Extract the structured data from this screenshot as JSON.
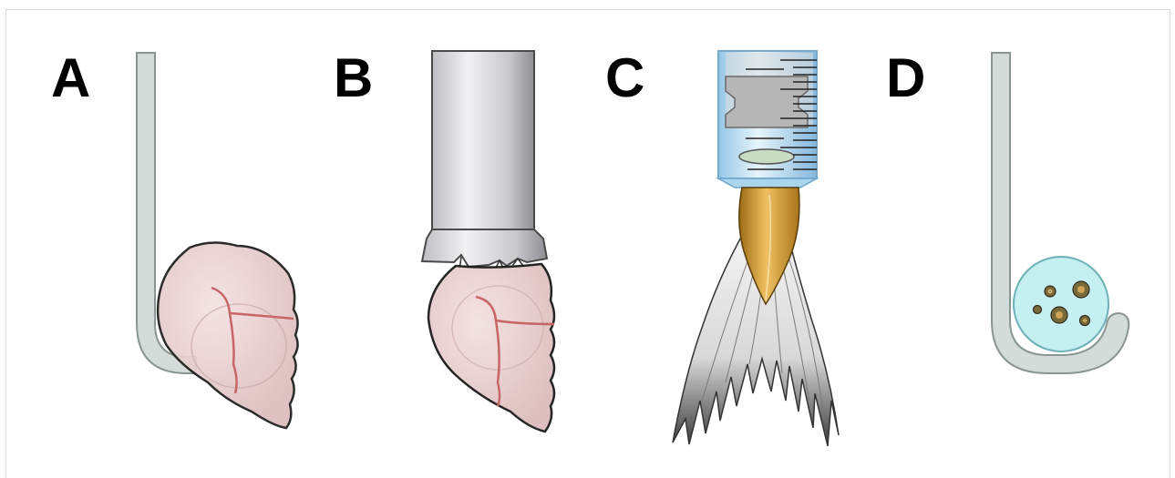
{
  "figure": {
    "panels": [
      {
        "letter": "A",
        "icon": "hook-holding-organoid"
      },
      {
        "letter": "B",
        "icon": "tube-aspirating-organoid"
      },
      {
        "letter": "C",
        "icon": "syringe-with-brush"
      },
      {
        "letter": "D",
        "icon": "hook-holding-cell-clusters"
      }
    ],
    "colors": {
      "hook_fill": "#d3dcd9",
      "hook_stroke": "#8a9691",
      "tissue_fill": "#ecd2d2",
      "tissue_stroke": "#1a1a1a",
      "vessel": "#c86666",
      "brush_ferrule": "#d49a2c",
      "syringe_fill": "#a9d6ee",
      "droplet_fill": "#bfeef0"
    }
  }
}
